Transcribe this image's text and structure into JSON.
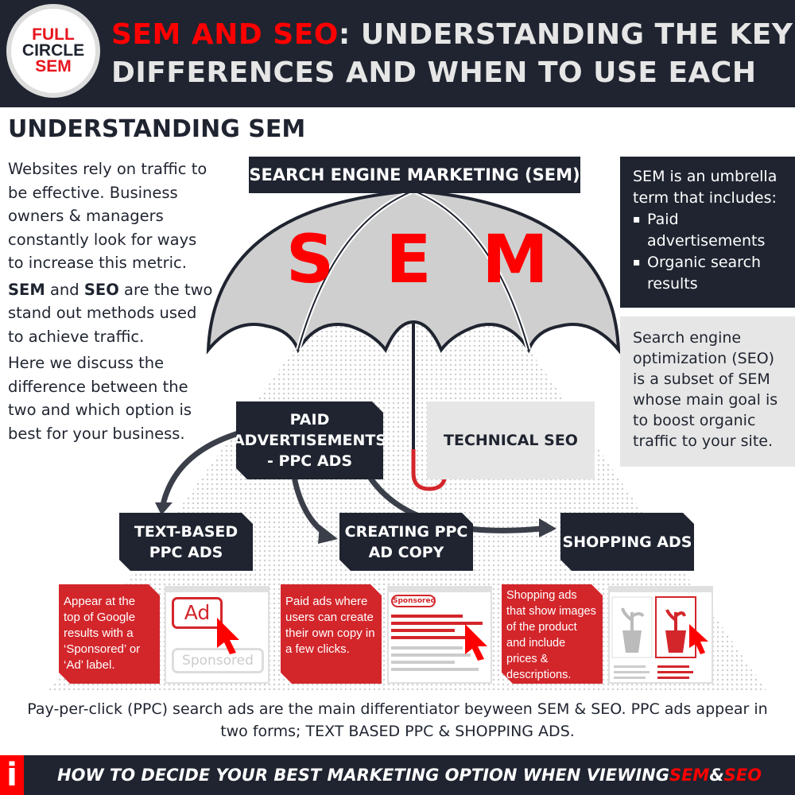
{
  "header": {
    "logo": [
      "FULL",
      "CIRCLE",
      "SEM"
    ],
    "title_red": "SEM AND SEO",
    "title_rest": ": UNDERSTANDING THE KEY",
    "title_line2": "DIFFERENCES AND WHEN TO USE EACH"
  },
  "section_title": "UNDERSTANDING SEM",
  "intro": {
    "p1": "Websites rely on traffic to be effective. Business owners & managers constantly look for ways to increase this metric.",
    "p2_bold1": "SEM",
    "p2_mid": " and ",
    "p2_bold2": "SEO",
    "p2_rest": " are the two stand out methods used to achieve traffic.",
    "p3": "Here we discuss the difference between the two and which option is best for your business."
  },
  "diagram": {
    "title": "SEARCH ENGINE MARKETING (SEM)",
    "letters": [
      "S",
      "E",
      "M"
    ],
    "paid": "PAID ADVERTISEMENTS - PPC ADS",
    "technical": "TECHNICAL SEO",
    "subs": [
      "TEXT-BASED PPC ADS",
      "CREATING PPC AD COPY",
      "SHOPPING ADS"
    ],
    "descs": [
      "Appear at the top of Google results with a ‘Sponsored’ or ‘Ad’ label.",
      "Paid ads where users can create their own copy in a few clicks.",
      "Shopping ads that show images of the product and include prices & descriptions."
    ],
    "panel1": {
      "ad": "Ad",
      "sponsored": "Sponsored"
    },
    "panel2": {
      "sponsored": "Sponsored"
    }
  },
  "side": {
    "intro": "SEM is an umbrella term that includes:",
    "items": [
      "Paid advertisements",
      "Organic search results"
    ],
    "seo": "Search engine optimization (SEO) is a subset of SEM whose main goal is to boost organic traffic to your site."
  },
  "footer_text": "Pay-per-click (PPC) search ads are the main differentiator beyween SEM & SEO. PPC ads appear in two forms; TEXT BASED PPC & SHOPPING ADS.",
  "banner": {
    "icon": "info-icon",
    "pre": "HOW TO DECIDE YOUR BEST MARKETING OPTION WHEN VIEWING ",
    "sem": "SEM",
    "amp": " & ",
    "seo": "SEO"
  },
  "colors": {
    "dark": "#1f2430",
    "red": "#ff0000",
    "box_red": "#d3262b",
    "gray": "#e6e6e6"
  }
}
